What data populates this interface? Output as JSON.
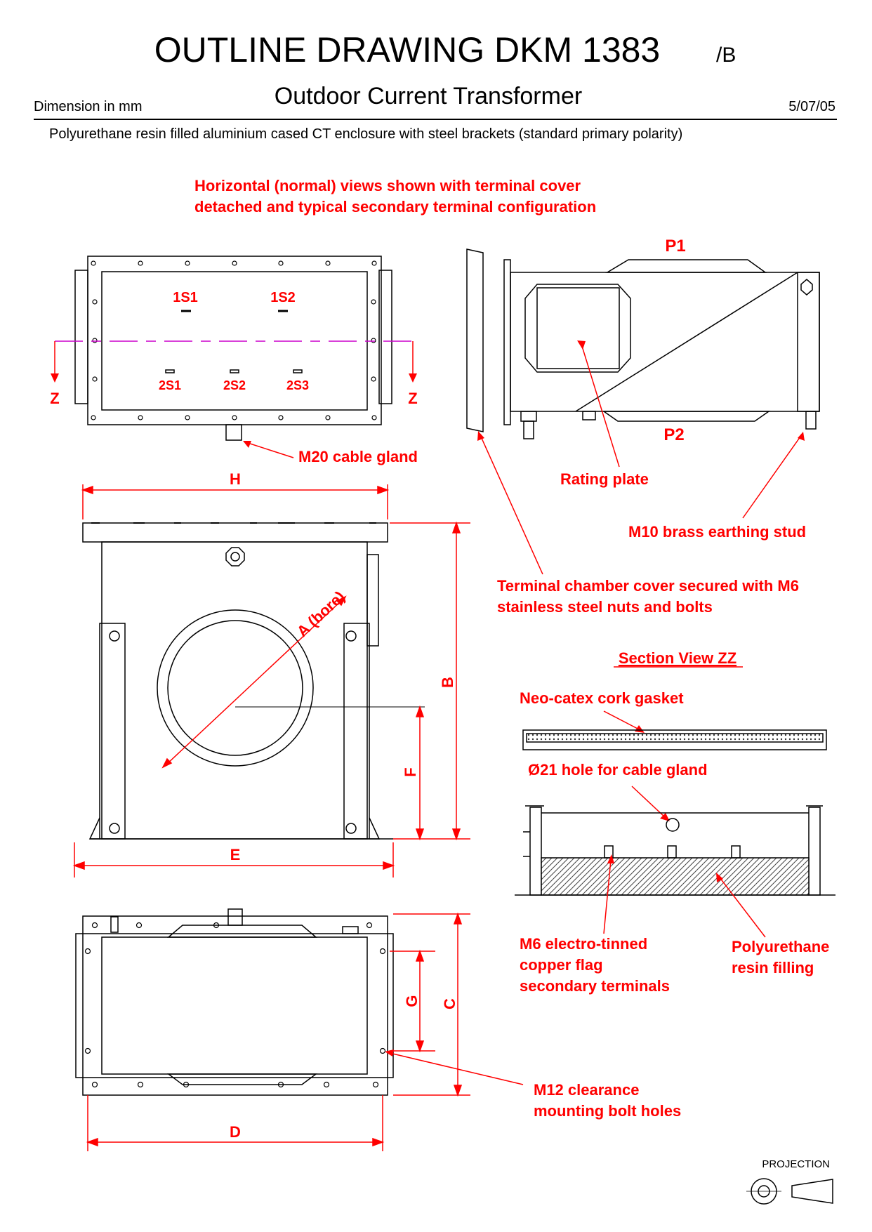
{
  "header": {
    "title": "OUTLINE DRAWING DKM 1383",
    "revision": "/B",
    "subtitle": "Outdoor Current Transformer",
    "units_note": "Dimension in mm",
    "date": "5/07/05",
    "description": "Polyurethane resin filled aluminium cased CT enclosure with steel brackets (standard primary polarity)"
  },
  "notes": {
    "views_line1": "Horizontal (normal) views shown with terminal cover",
    "views_line2": "detached and typical secondary terminal configuration",
    "cable_gland": "M20 cable gland",
    "rating_plate": "Rating plate",
    "earthing_stud": "M10 brass earthing stud",
    "cover_line1": "Terminal chamber cover secured with M6",
    "cover_line2": "stainless steel nuts and bolts",
    "section_title": "Section View ZZ",
    "gasket": "Neo-catex cork gasket",
    "hole": "Ø21 hole for cable gland",
    "terminals_line1": "M6 electro-tinned",
    "terminals_line2": "copper flag",
    "terminals_line3": "secondary terminals",
    "resin_line1": "Polyurethane",
    "resin_line2": "resin filling",
    "mounting_line1": "M12 clearance",
    "mounting_line2": "mounting bolt holes"
  },
  "labels": {
    "s1": "1S1",
    "s2": "1S2",
    "t1": "2S1",
    "t2": "2S2",
    "t3": "2S3",
    "z_left": "Z",
    "z_right": "Z",
    "p1": "P1",
    "p2": "P2",
    "dim_h": "H",
    "dim_b": "B",
    "dim_f": "F",
    "dim_e": "E",
    "dim_a": "A (bore)",
    "dim_c": "C",
    "dim_g": "G",
    "dim_d": "D"
  },
  "footer": {
    "projection": "PROJECTION"
  },
  "colors": {
    "annotation": "#ff0000",
    "section_line": "#cc00cc",
    "line": "#000000"
  }
}
